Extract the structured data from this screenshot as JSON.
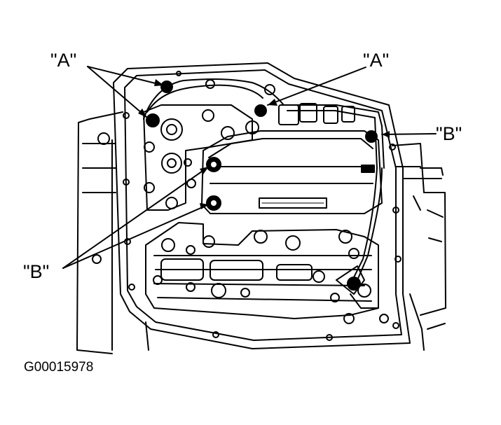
{
  "diagram": {
    "subject": "Transmission valve body with wiring harness and bolt locations",
    "callouts": [
      {
        "id": "a-left",
        "text": "\"A\""
      },
      {
        "id": "a-right",
        "text": "\"A\""
      },
      {
        "id": "b-right",
        "text": "\"B\""
      },
      {
        "id": "b-left",
        "text": "\"B\""
      }
    ],
    "figure_id": "G00015978"
  },
  "colors": {
    "line": "#000000",
    "background": "#ffffff"
  }
}
